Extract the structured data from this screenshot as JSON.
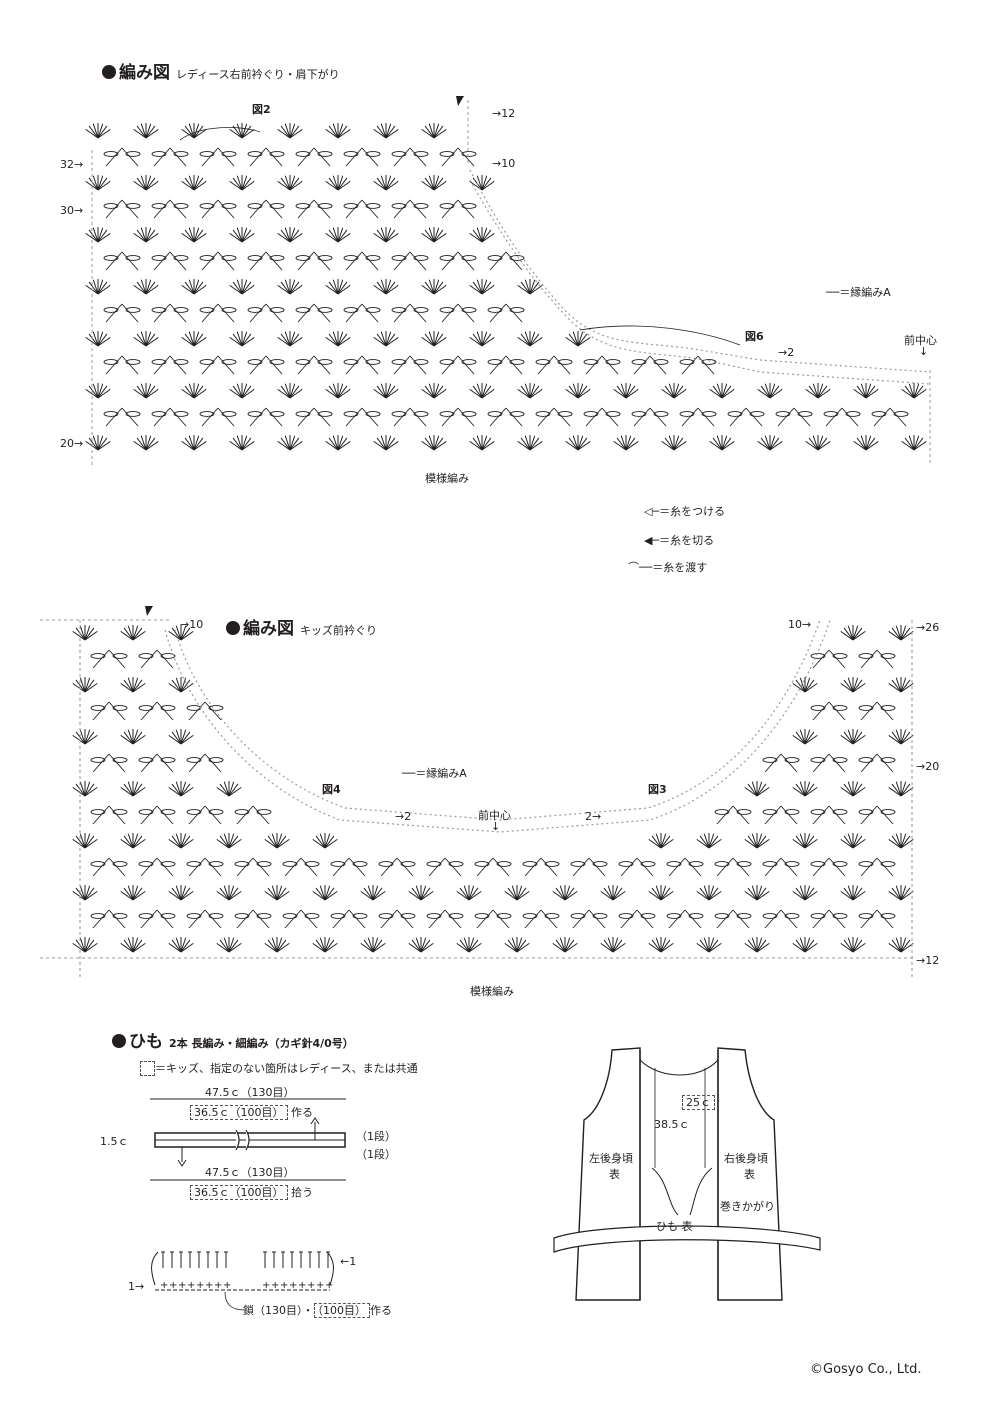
{
  "chart1": {
    "title": "編み図",
    "subtitle": "レディース右前衿ぐり・肩下がり",
    "fig_a": "図2",
    "fig_b": "図6",
    "row_12": "→12",
    "row_10": "→10",
    "row_32": "32→",
    "row_30": "30→",
    "row_20": "20→",
    "row_2": "→2",
    "edge_legend": "＝縁編みA",
    "front_center": "前中心",
    "pattern": "模様編み"
  },
  "legend": {
    "attach": "＝糸をつける",
    "cut": "＝糸を切る",
    "carry": "＝糸を渡す"
  },
  "chart2": {
    "title": "編み図",
    "subtitle": "キッズ前衿ぐり",
    "row_10_left": "→10",
    "row_10_right": "10→",
    "row_26": "→26",
    "row_20": "→20",
    "row_12": "→12",
    "row_2_left": "→2",
    "row_2_right": "2→",
    "edge_legend": "＝縁編みA",
    "fig_a": "図4",
    "fig_b": "図3",
    "front_center": "前中心",
    "pattern": "模様編み"
  },
  "tie": {
    "title": "ひも",
    "subtitle": "2本 長編み・細編み（カギ針4/0号）",
    "note": "＝キッズ、指定のない箇所はレディース、または共通",
    "len_top": "47.5ｃ（130目）",
    "len_top_kids": "36.5ｃ（100目）",
    "make": "作る",
    "width": "1.5ｃ",
    "row1a": "（1段）",
    "row1b": "（1段）",
    "len_bottom": "47.5ｃ（130目）",
    "len_bottom_kids": "36.5ｃ（100目）",
    "pick": "拾う",
    "arrow_left": "←1",
    "arrow_right": "1→",
    "chain": "鎖（130目）・",
    "chain_kids": "（100目）",
    "chain_make": "作る"
  },
  "garment": {
    "kids_len": "25ｃ",
    "ladies_len": "38.5ｃ",
    "left_back": "左後身頃",
    "left_back_side": "表",
    "right_back": "右後身頃",
    "right_back_side": "表",
    "tie_label": "ひも 表",
    "wrap": "巻きかがり"
  },
  "copyright": "©Gosyo Co., Ltd."
}
